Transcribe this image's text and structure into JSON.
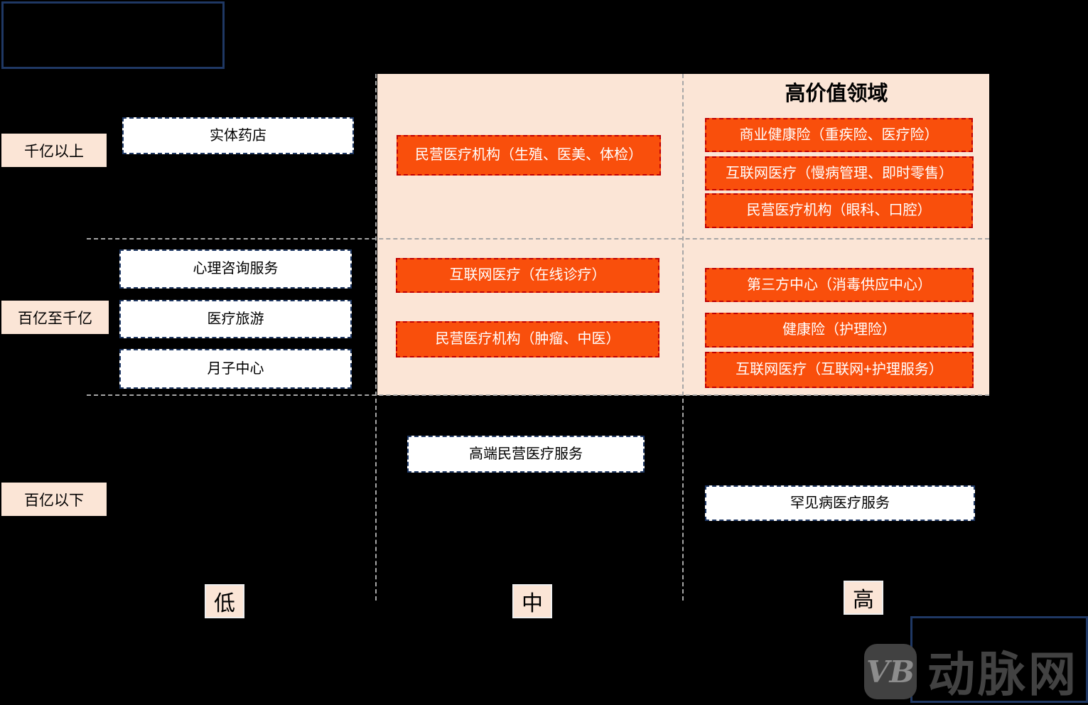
{
  "region": {
    "title": "高价值领域"
  },
  "axis": {
    "rows": [
      {
        "label": "千亿以上"
      },
      {
        "label": "百亿至千亿"
      },
      {
        "label": "百亿以下"
      }
    ],
    "cols": [
      {
        "label": "低"
      },
      {
        "label": "中"
      },
      {
        "label": "高"
      }
    ]
  },
  "boxes": [
    {
      "label": "实体药店",
      "style": "white",
      "row": "千亿以上",
      "col": "低"
    },
    {
      "label": "民营医疗机构（生殖、医美、体检）",
      "style": "orange",
      "row": "千亿以上",
      "col": "中"
    },
    {
      "label": "商业健康险（重疾险、医疗险）",
      "style": "orange",
      "row": "千亿以上",
      "col": "高"
    },
    {
      "label": "互联网医疗（慢病管理、即时零售）",
      "style": "orange",
      "row": "千亿以上",
      "col": "高"
    },
    {
      "label": "民营医疗机构（眼科、口腔）",
      "style": "orange",
      "row": "千亿以上",
      "col": "高"
    },
    {
      "label": "心理咨询服务",
      "style": "white",
      "row": "百亿至千亿",
      "col": "低"
    },
    {
      "label": "医疗旅游",
      "style": "white",
      "row": "百亿至千亿",
      "col": "低"
    },
    {
      "label": "月子中心",
      "style": "white",
      "row": "百亿至千亿",
      "col": "低"
    },
    {
      "label": "互联网医疗（在线诊疗）",
      "style": "orange",
      "row": "百亿至千亿",
      "col": "中"
    },
    {
      "label": "民营医疗机构（肿瘤、中医）",
      "style": "orange",
      "row": "百亿至千亿",
      "col": "中"
    },
    {
      "label": "第三方中心（消毒供应中心）",
      "style": "orange",
      "row": "百亿至千亿",
      "col": "高"
    },
    {
      "label": "健康险（护理险）",
      "style": "orange",
      "row": "百亿至千亿",
      "col": "高"
    },
    {
      "label": "互联网医疗（互联网+护理服务）",
      "style": "orange",
      "row": "百亿至千亿",
      "col": "高"
    },
    {
      "label": "高端民营医疗服务",
      "style": "white",
      "row": "百亿以下",
      "col": "中"
    },
    {
      "label": "罕见病医疗服务",
      "style": "white",
      "row": "百亿以下",
      "col": "高"
    }
  ],
  "watermark": {
    "icon": "VB",
    "brand": "动脉网"
  },
  "colors": {
    "background": "#000000",
    "panel_peach": "#FBE5D6",
    "box_orange_fill": "#F94F0C",
    "box_orange_border": "#C00000",
    "white_box_border": "#1F3864",
    "frame_border": "#1F3864",
    "dash_line": "#A6A6A6",
    "watermark_gray": "#424242"
  }
}
